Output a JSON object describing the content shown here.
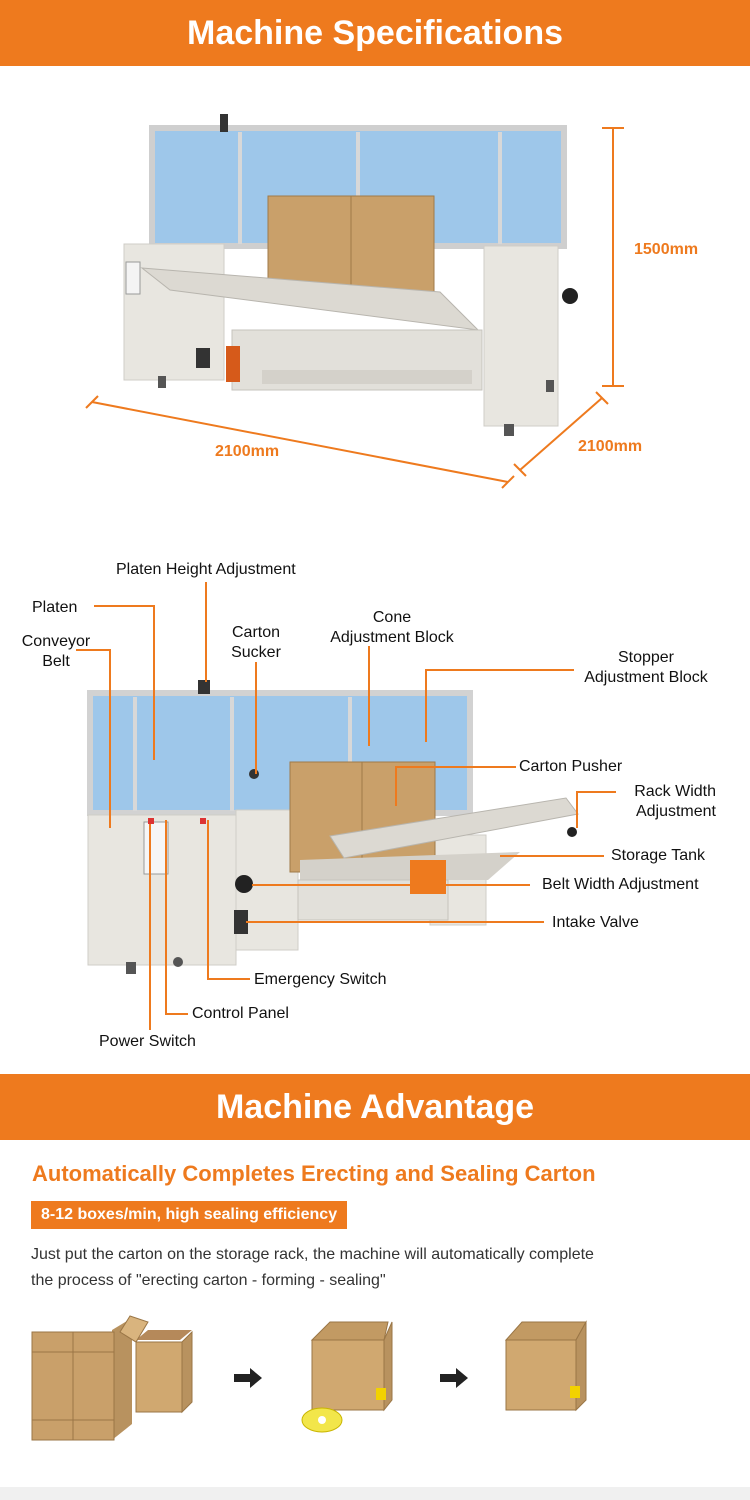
{
  "spec_section": {
    "title": "Machine Specifications",
    "height_label": "1500mm",
    "length_label": "2100mm",
    "width_label": "2100mm"
  },
  "parts_diagram": {
    "labels": {
      "platen_height": "Platen Height Adjustment",
      "platen": "Platen",
      "conveyor_belt_1": "Conveyor",
      "conveyor_belt_2": "Belt",
      "carton_sucker_1": "Carton",
      "carton_sucker_2": "Sucker",
      "cone_block_1": "Cone",
      "cone_block_2": "Adjustment Block",
      "stopper_block_1": "Stopper",
      "stopper_block_2": "Adjustment Block",
      "carton_pusher": "Carton Pusher",
      "rack_width_1": "Rack Width",
      "rack_width_2": "Adjustment",
      "storage_tank": "Storage Tank",
      "belt_width": "Belt Width Adjustment",
      "intake_valve": "Intake Valve",
      "emergency_switch": "Emergency Switch",
      "control_panel": "Control Panel",
      "power_switch": "Power Switch"
    }
  },
  "advantage_section": {
    "title": "Machine Advantage",
    "heading": "Automatically Completes Erecting and Sealing Carton",
    "tag": "8-12 boxes/min, high sealing efficiency",
    "description_line1": "Just put the carton on the storage rack, the machine will automatically complete",
    "description_line2": "the process of \"erecting carton - forming - sealing\""
  },
  "colors": {
    "accent": "#ee7a1e",
    "cardboard": "#c9a06a",
    "glass": "#9ec7ea",
    "frame": "#e4e2dc"
  }
}
